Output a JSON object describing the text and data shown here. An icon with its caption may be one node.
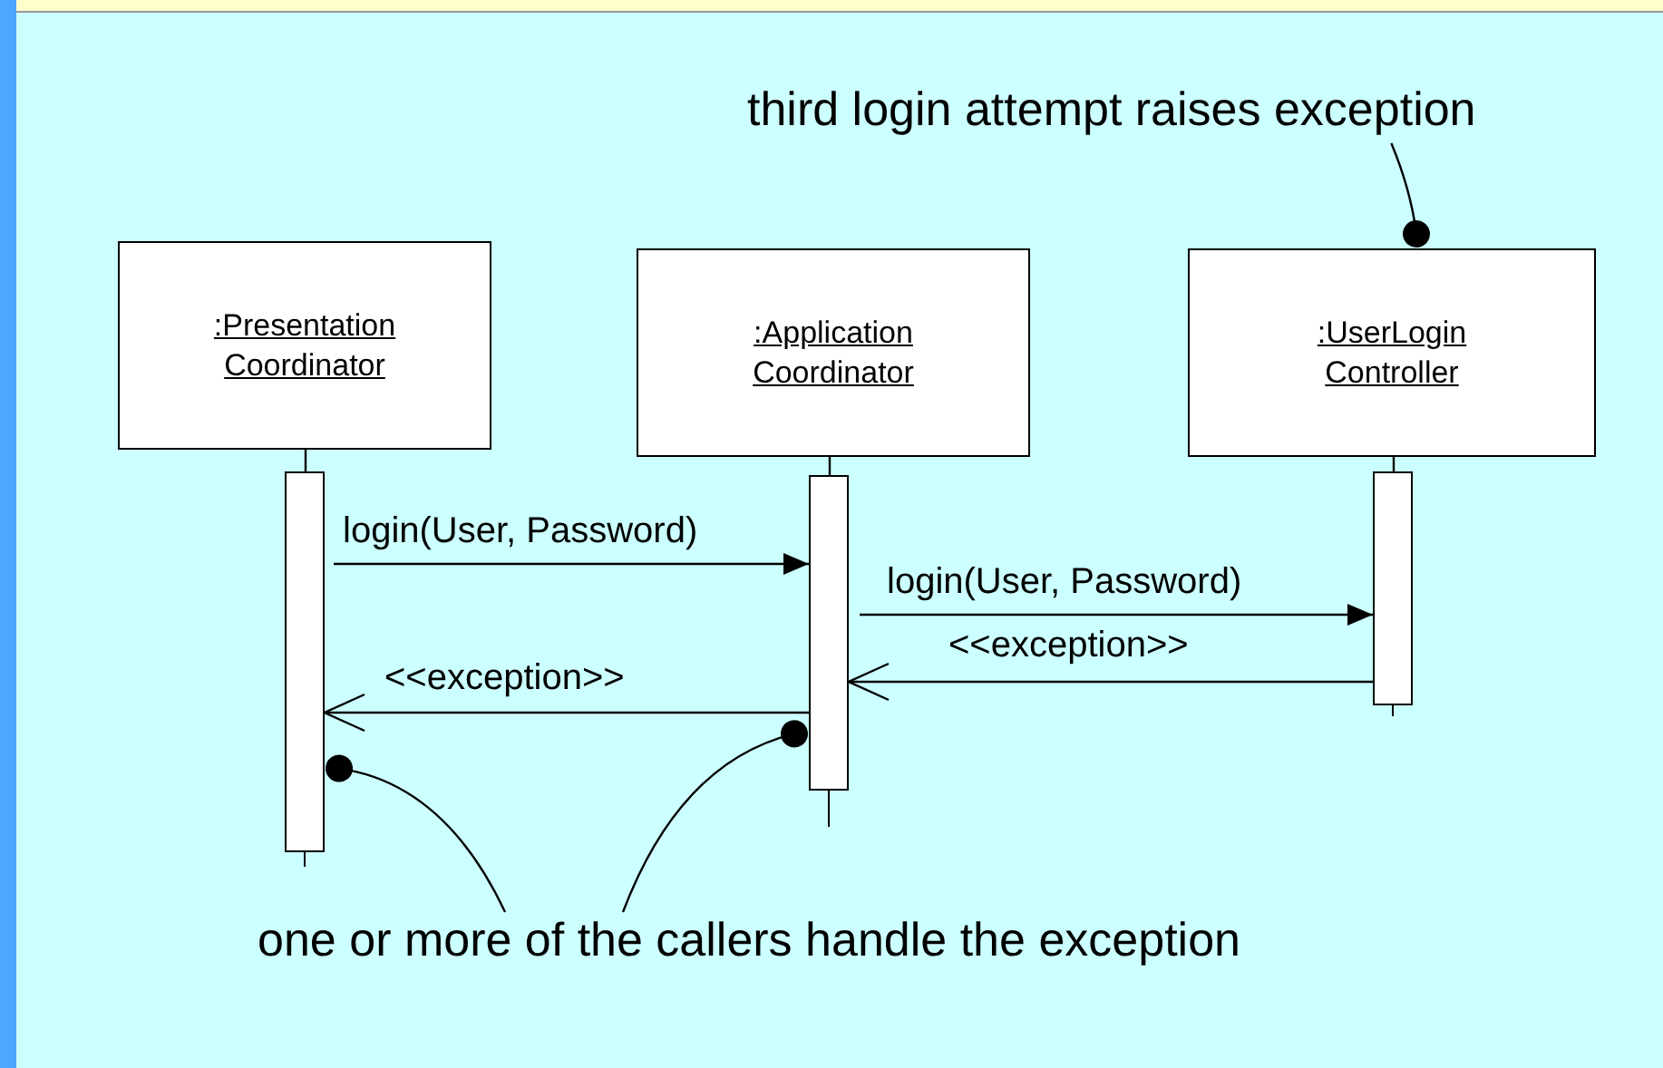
{
  "diagram": {
    "nodes": [
      {
        "text": [
          ":Presentation Coordinator"
        ]
      },
      {
        "text": [
          ":Application Coordinator"
        ]
      },
      {
        "text": [
          ":UserLogin Controller"
        ]
      },
      {
        "text": [],
        "shape": "bar"
      },
      {
        "text": [],
        "shape": "bar"
      },
      {
        "text": [],
        "shape": "bar"
      },
      {
        "text": [
          "third login attempt raises exception"
        ]
      },
      {
        "text": [
          "one or more of the callers handle the exception"
        ]
      }
    ],
    "edges": [
      {
        "from": 0,
        "to": 3,
        "arrow": "none"
      },
      {
        "from": 1,
        "to": 4,
        "arrow": "none"
      },
      {
        "from": 2,
        "to": 5,
        "arrow": "none"
      },
      {
        "from": 3,
        "to": 4,
        "arrow": "to",
        "label": "login(User, Password)"
      },
      {
        "from": 4,
        "to": 5,
        "arrow": "to",
        "label": "login(User, Password)"
      },
      {
        "from": 5,
        "to": 4,
        "arrow": "to",
        "label": "<<exception>>"
      },
      {
        "from": 4,
        "to": 3,
        "arrow": "to",
        "label": "<<exception>>"
      },
      {
        "from": 6,
        "to": 2,
        "arrow": "other"
      },
      {
        "from": 7,
        "to": 3,
        "arrow": "other"
      },
      {
        "from": 7,
        "to": 4,
        "arrow": "other"
      }
    ]
  }
}
